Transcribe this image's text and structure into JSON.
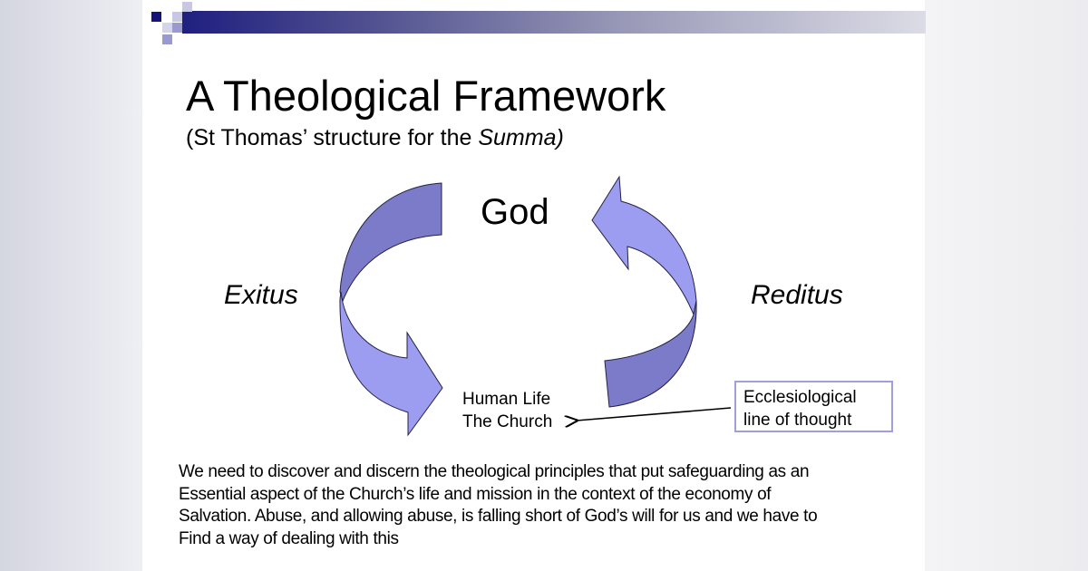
{
  "slide": {
    "title": "A Theological Framework",
    "subtitle_prefix": "(St Thomas’ structure for the ",
    "subtitle_italic": "Summa)",
    "diagram": {
      "top_label": "God",
      "left_label": "Exitus",
      "right_label": "Reditus",
      "bottom_line1": "Human Life",
      "bottom_line2": "The Church",
      "callout_line1": "Ecclesiological",
      "callout_line2": "line of thought",
      "arrow_dark_color": "#7b7bc9",
      "arrow_light_color": "#9c9cf0"
    },
    "body_lines": [
      "We need to discover and discern the theological principles that put safeguarding as an",
      "Essential aspect of the Church’s life and mission in the context of the economy of",
      "Salvation. Abuse, and allowing abuse, is falling short of God’s will for us and we have to",
      "Find a way of dealing with this"
    ],
    "accent_color": "#1f1f80"
  }
}
